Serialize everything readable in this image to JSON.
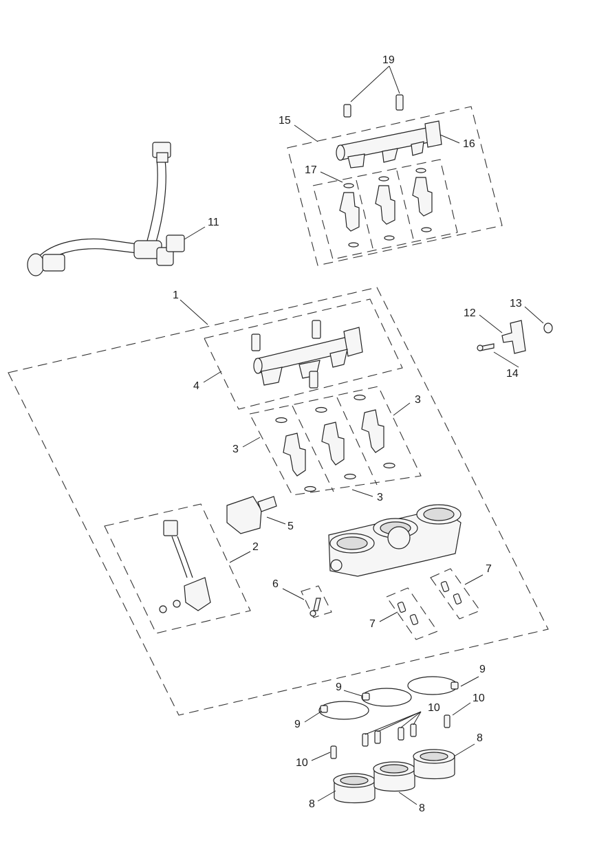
{
  "callouts": {
    "c1": "1",
    "c2": "2",
    "c3a": "3",
    "c3b": "3",
    "c3c": "3",
    "c4": "4",
    "c5": "5",
    "c6": "6",
    "c7a": "7",
    "c7b": "7",
    "c8a": "8",
    "c8b": "8",
    "c8c": "8",
    "c9a": "9",
    "c9b": "9",
    "c9c": "9",
    "c10a": "10",
    "c10b": "10",
    "c10c": "10",
    "c11": "11",
    "c12": "12",
    "c13": "13",
    "c14": "14",
    "c15": "15",
    "c16": "16",
    "c17": "17",
    "c19": "19"
  },
  "colors": {
    "line": "#222222",
    "background": "#ffffff"
  }
}
